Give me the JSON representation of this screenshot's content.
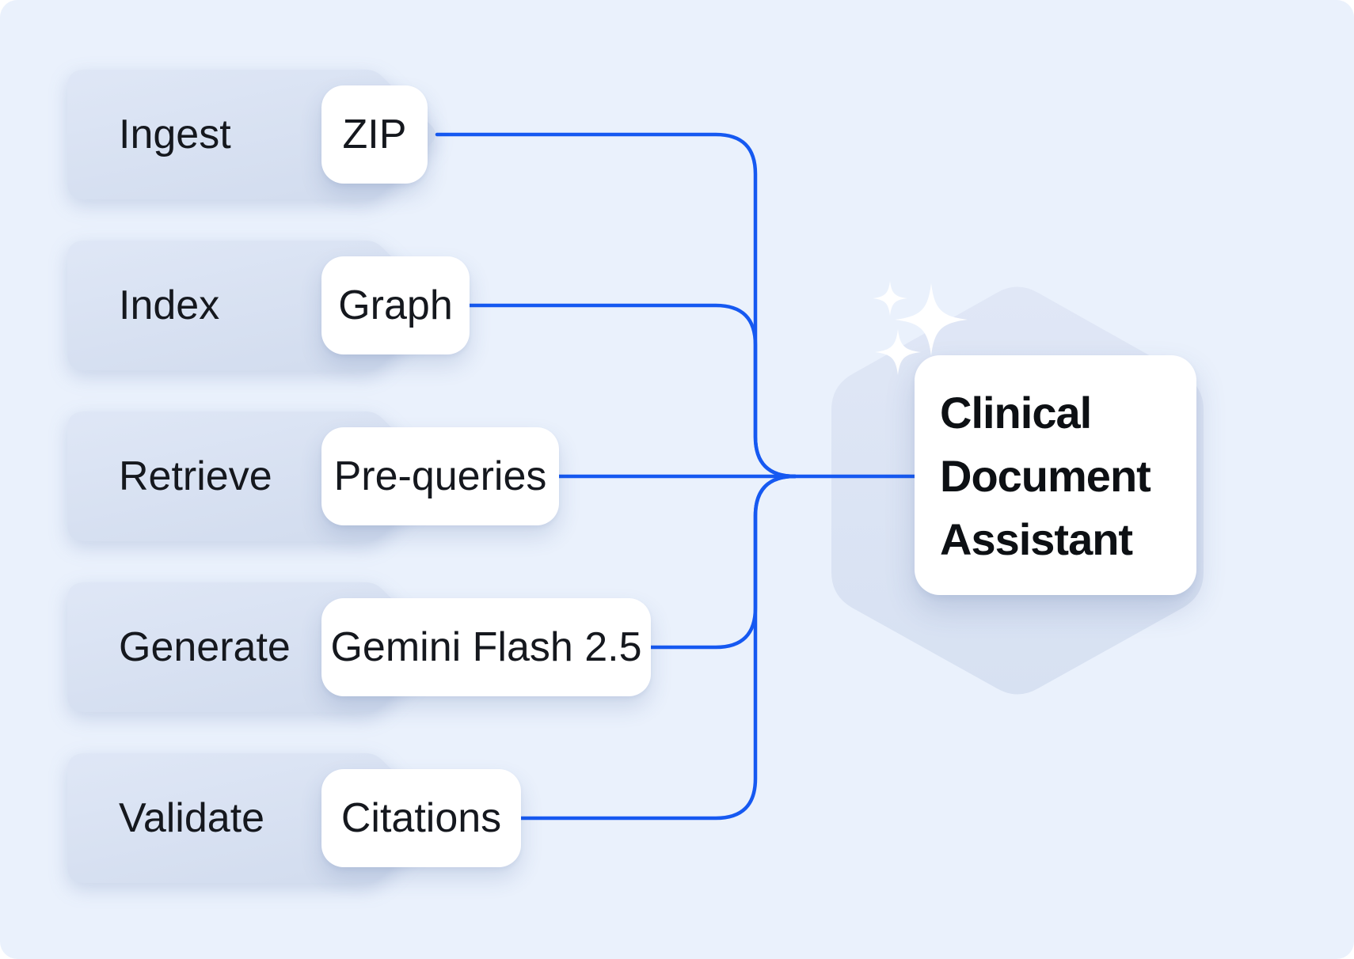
{
  "stages": [
    {
      "label": "Ingest",
      "tool": "ZIP"
    },
    {
      "label": "Index",
      "tool": "Graph"
    },
    {
      "label": "Retrieve",
      "tool": "Pre-queries"
    },
    {
      "label": "Generate",
      "tool": "Gemini Flash 2.5"
    },
    {
      "label": "Validate",
      "tool": "Citations"
    }
  ],
  "output": {
    "title": "Clinical Document Assistant",
    "icon": "sparkles-icon"
  },
  "colors": {
    "canvas_bg": "#EAF1FC",
    "connector": "#1659F1",
    "stage_shape_top": "#DFE7F6",
    "stage_shape_bottom": "#D3DDEF",
    "hexagon_top": "#E0E7F6",
    "hexagon_bottom": "#D7E1F2",
    "card_bg": "#FFFFFF",
    "text": "#15181E",
    "sparkle": "#FFFFFF"
  }
}
